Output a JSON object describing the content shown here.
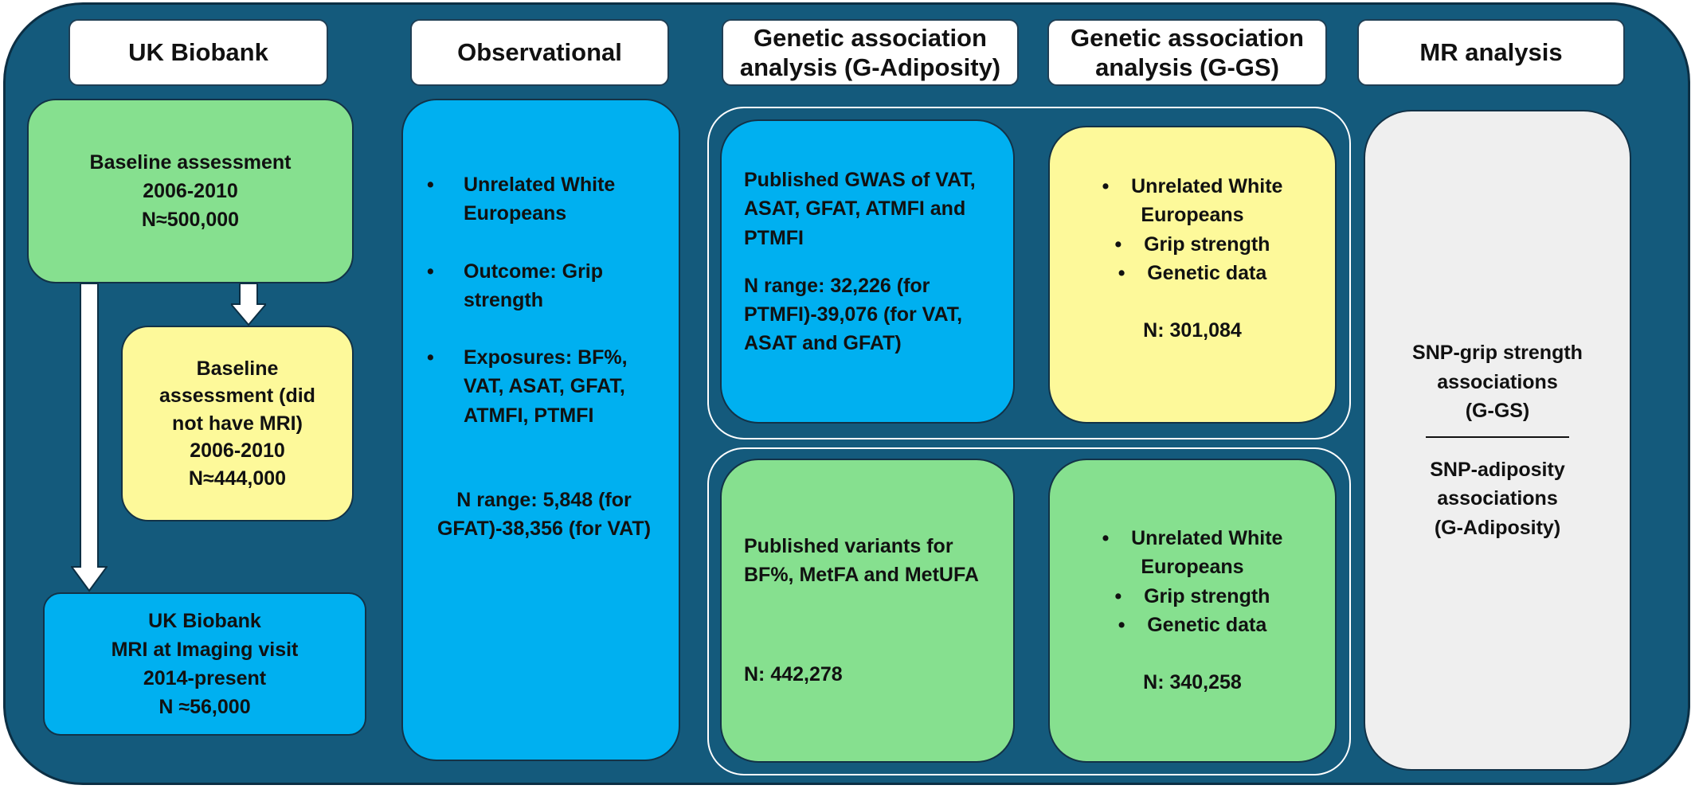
{
  "headers": {
    "uk_biobank": "UK Biobank",
    "observational": "Observational",
    "g_adiposity": "Genetic association analysis (G-Adiposity)",
    "g_gs": "Genetic association analysis (G-GS)",
    "mr_analysis": "MR analysis"
  },
  "uk_biobank": {
    "baseline": [
      "Baseline assessment",
      "2006-2010",
      "N≈500,000"
    ],
    "no_mri": [
      "Baseline",
      "assessment (did",
      "not have MRI)",
      "2006-2010",
      "N≈444,000"
    ],
    "imaging": [
      "UK Biobank",
      "MRI at Imaging visit",
      "2014-present",
      "N ≈56,000"
    ]
  },
  "observational": {
    "bullets": [
      "Unrelated White Europeans",
      "Outcome: Grip strength",
      "Exposures: BF%, VAT, ASAT, GFAT, ATMFI, PTMFI"
    ],
    "n_range": "N range:  5,848 (for GFAT)-38,356 (for VAT)"
  },
  "g_adiposity": {
    "top": {
      "title": "Published GWAS of VAT, ASAT, GFAT, ATMFI and PTMFI",
      "n": "N range: 32,226 (for PTMFI)-39,076 (for VAT, ASAT and GFAT)"
    },
    "bottom": {
      "title": "Published variants for BF%, MetFA and MetUFA",
      "n": "N: 442,278"
    }
  },
  "g_gs": {
    "top": {
      "bullets": [
        "Unrelated White Europeans",
        "Grip strength",
        "Genetic data"
      ],
      "n": "N: 301,084"
    },
    "bottom": {
      "bullets": [
        "Unrelated White Europeans",
        "Grip strength",
        "Genetic data"
      ],
      "n": "N: 340,258"
    }
  },
  "mr": {
    "upper": [
      "SNP-grip strength",
      "associations",
      "(G-GS)"
    ],
    "lower": [
      "SNP-adiposity",
      "associations",
      "(G-Adiposity)"
    ]
  },
  "colors": {
    "frame": "#145a7c",
    "green": "#86e08f",
    "yellow": "#fdf99a",
    "blue": "#00b0f0",
    "grey": "#efefef"
  }
}
